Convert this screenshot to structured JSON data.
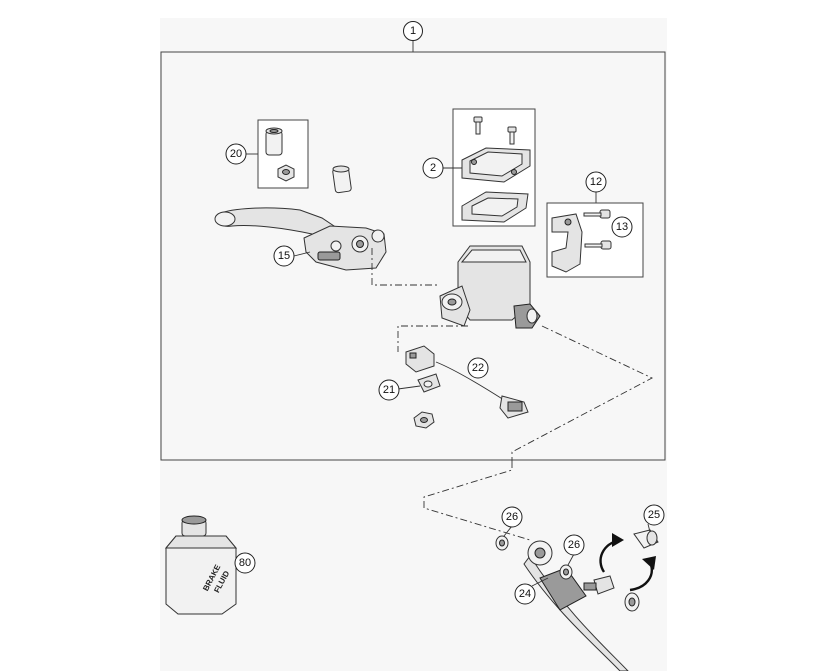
{
  "callouts": {
    "c1": "1",
    "c2": "2",
    "c12": "12",
    "c13": "13",
    "c15": "15",
    "c20": "20",
    "c21": "21",
    "c22": "22",
    "c24": "24",
    "c25": "25",
    "c26a": "26",
    "c26b": "26",
    "c80": "80"
  },
  "bottle_label": {
    "line1": "BRAKE",
    "line2": "FLUID"
  },
  "colors": {
    "background": "#f7f7f7",
    "line": "#333333",
    "part_fill": "#e4e4e4"
  }
}
